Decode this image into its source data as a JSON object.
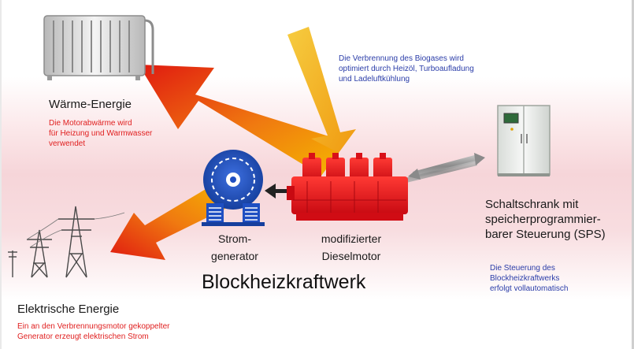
{
  "heat": {
    "heading": "Wärme-Energie",
    "note": "Die Motorabwärme wird\nfür Heizung und Warmwasser\nverwendet"
  },
  "combustion": {
    "note": "Die Verbrennung des Biogases wird\noptimiert durch Heizöl, Turboaufladung\nund Ladeluftkühlung"
  },
  "control": {
    "heading": "Schaltschrank mit\nspeicherprogrammier-\nbarer Steuerung (SPS)",
    "note": "Die Steuerung des\nBlockheizkraftwerks\nerfolgt vollautomatisch"
  },
  "generator": {
    "label": "Strom-\ngenerator"
  },
  "engine": {
    "label": "modifizierter\nDieselmotor"
  },
  "title": "Blockheizkraftwerk",
  "electric": {
    "heading": "Elektrische Energie",
    "note": "Ein an den Verbrennungsmotor gekoppelter\nGenerator erzeugt elektrischen Strom"
  },
  "colors": {
    "arrow_hot": "#e01a10",
    "arrow_warm": "#f5a000",
    "engine_red": "#e8141c",
    "generator_blue": "#1f4fc2",
    "text_red": "#e02020",
    "text_blue": "#2a3ca8"
  },
  "icons": [
    "radiator-icon",
    "control-cabinet-icon",
    "power-pylon-icon",
    "generator-icon",
    "engine-icon"
  ]
}
